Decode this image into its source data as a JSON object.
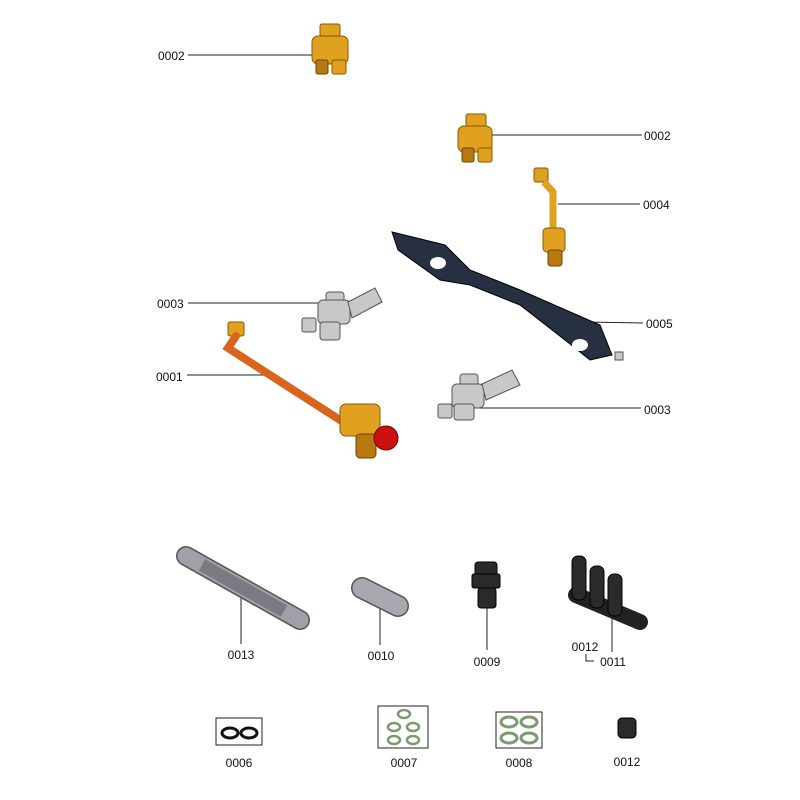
{
  "diagram": {
    "callouts": [
      {
        "id": "0002",
        "part": "brass-cross-fitting"
      },
      {
        "id": "0002",
        "part": "brass-cross-fitting"
      },
      {
        "id": "0004",
        "part": "brass-elbow-pipe"
      },
      {
        "id": "0005",
        "part": "mounting-bracket"
      },
      {
        "id": "0003",
        "part": "chrome-valve"
      },
      {
        "id": "0001",
        "part": "copper-pipe-assembly"
      },
      {
        "id": "0003",
        "part": "chrome-valve"
      },
      {
        "id": "0013",
        "part": "grey-tube"
      },
      {
        "id": "0010",
        "part": "grey-sleeve"
      },
      {
        "id": "0009",
        "part": "black-nipple"
      },
      {
        "id": "0012",
        "part": "cap"
      },
      {
        "id": "0011",
        "part": "black-manifold"
      },
      {
        "id": "0006",
        "part": "o-ring-set-black"
      },
      {
        "id": "0007",
        "part": "o-ring-set-green"
      },
      {
        "id": "0008",
        "part": "o-ring-set-green"
      },
      {
        "id": "0012",
        "part": "black-cap"
      }
    ],
    "colors": {
      "brass": "#e0a020",
      "copper": "#d9641e",
      "red": "#cc1010",
      "chrome": "#c8c8c8",
      "black": "#2a2a2a",
      "oring_green": "#7a9a70"
    }
  }
}
